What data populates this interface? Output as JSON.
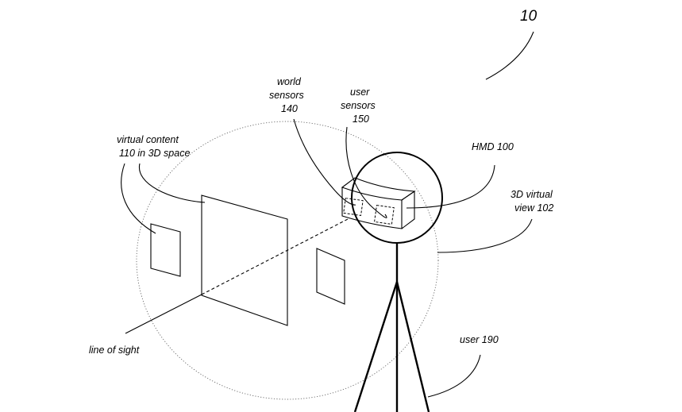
{
  "figure_number": "10",
  "labels": {
    "world_sensors_line1": "world",
    "world_sensors_line2": "sensors",
    "world_sensors_line3": "140",
    "user_sensors_line1": "user",
    "user_sensors_line2": "sensors",
    "user_sensors_line3": "150",
    "virtual_content_line1": "virtual content",
    "virtual_content_line2": "110 in 3D space",
    "hmd": "HMD 100",
    "virtual_view_line1": "3D virtual",
    "virtual_view_line2": "view 102",
    "line_of_sight": "line of sight",
    "user": "user 190"
  }
}
